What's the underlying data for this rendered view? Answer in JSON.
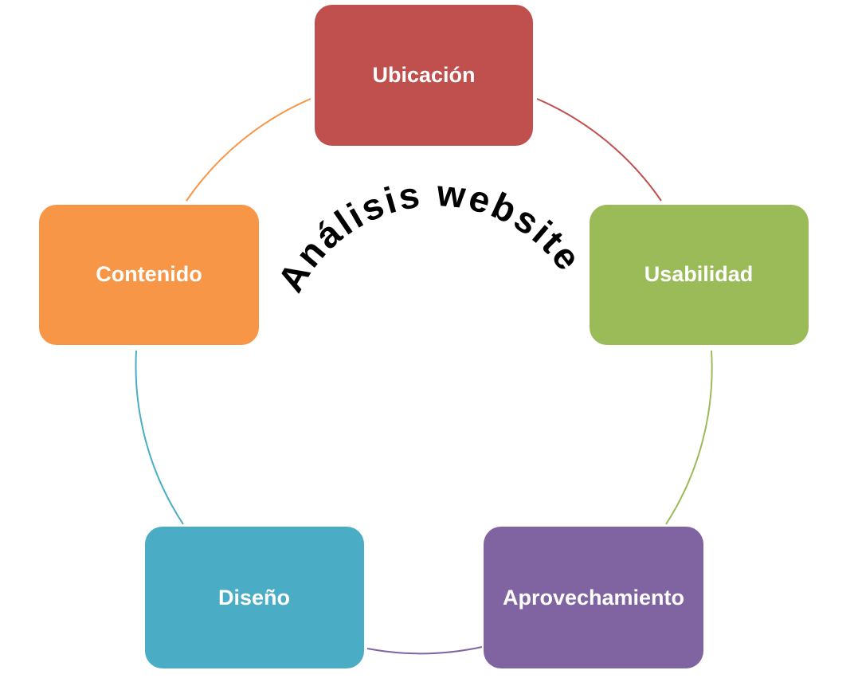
{
  "title": "Análisis website",
  "nodes": [
    {
      "id": "ubicacion",
      "label": "Ubicación",
      "color": "#C0504D"
    },
    {
      "id": "usabilidad",
      "label": "Usabilidad",
      "color": "#9BBB59"
    },
    {
      "id": "aprovechamiento",
      "label": "Aprovechamiento",
      "color": "#8064A2"
    },
    {
      "id": "diseno",
      "label": "Diseño",
      "color": "#4BACC6"
    },
    {
      "id": "contenido",
      "label": "Contenido",
      "color": "#F79646"
    }
  ],
  "connectors": [
    {
      "from": "ubicacion",
      "to": "usabilidad",
      "color": "#C0504D"
    },
    {
      "from": "usabilidad",
      "to": "aprovechamiento",
      "color": "#9BBB59"
    },
    {
      "from": "aprovechamiento",
      "to": "diseno",
      "color": "#8064A2"
    },
    {
      "from": "diseno",
      "to": "contenido",
      "color": "#4BACC6"
    },
    {
      "from": "contenido",
      "to": "ubicacion",
      "color": "#F79646"
    }
  ]
}
